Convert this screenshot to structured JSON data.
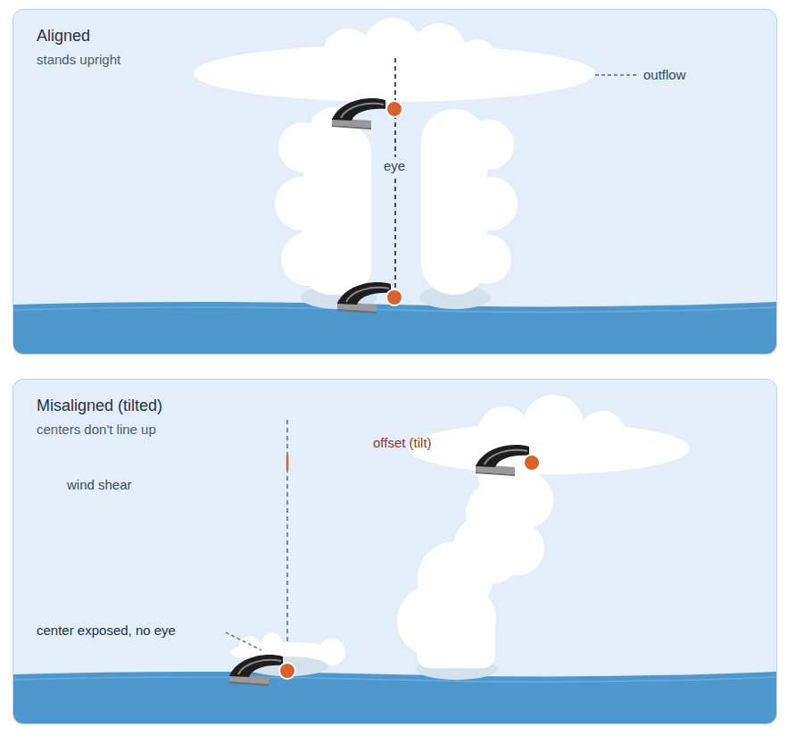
{
  "diagram": {
    "nodes": [
      {
        "text": [
          "Aligned",
          "stands upright"
        ]
      },
      {
        "text": [
          "Misaligned (tilted)",
          "centers don't line up"
        ]
      }
    ],
    "labels": [
      "outflow",
      "eye",
      "offset (tilt)",
      "wind shear",
      "center exposed, no eye"
    ]
  }
}
